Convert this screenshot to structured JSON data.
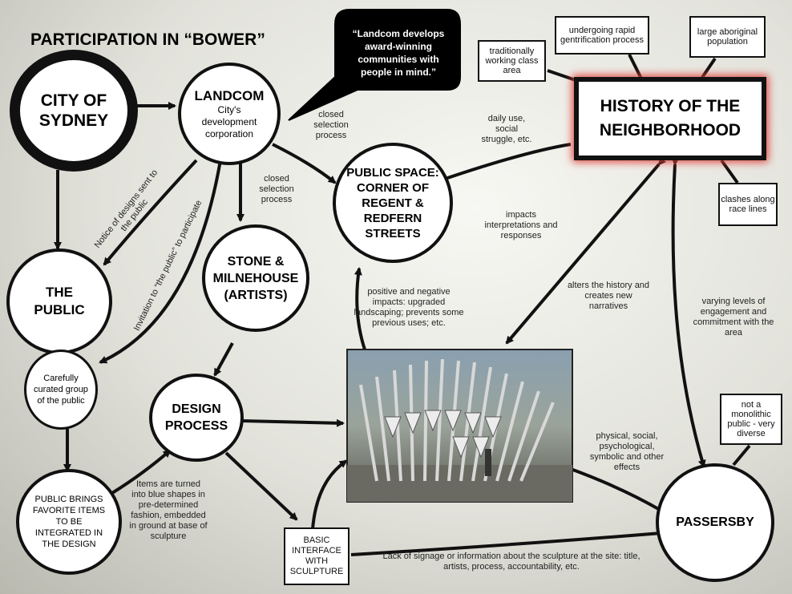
{
  "title": "PARTICIPATION IN “BOWER”",
  "nodes": {
    "city": "CITY OF SYDNEY",
    "landcom_title": "LANDCOM",
    "landcom_sub": "City's development corporation",
    "quote": "“Landcom develops award-winning communities with people in mind.”",
    "public_space": "PUBLIC SPACE: CORNER OF REGENT & REDFERN STREETS",
    "history": "HISTORY OF THE NEIGHBORHOOD",
    "history_a": "traditionally working class area",
    "history_b": "undergoing rapid gentrification process",
    "history_c": "large aboriginal population",
    "history_d": "clashes along race lines",
    "stone": "STONE & MILNEHOUSE (ARTISTS)",
    "the_public": "THE PUBLIC",
    "curated": "Carefully curated group of the public",
    "design": "DESIGN PROCESS",
    "brings": "PUBLIC BRINGS FAVORITE ITEMS TO BE INTEGRATED IN THE DESIGN",
    "interface": "BASIC INTERFACE WITH SCULPTURE",
    "passersby": "PASSERSBY",
    "not_mono": "not a monolithic public - very diverse"
  },
  "labels": {
    "closed1": "closed selection process",
    "closed2": "closed selection process",
    "daily": "daily use, social struggle, etc.",
    "impacts": "impacts interpretations and responses",
    "notice": "Notice of designs sent to the public",
    "invitation": "Invitation to “the public” to participate",
    "positive": "positive and negative impacts: upgraded landscaping; prevents some previous uses; etc.",
    "alters": "alters the history and creates new narratives",
    "varying": "varying levels of engagement and commitment with the area",
    "items": "Items are turned into blue shapes in pre-determined fashion, embedded in ground at base of sculpture",
    "physical": "physical, social, psychological, symbolic and other effects",
    "lack": "Lack of signage or information about the sculpture at the site: title, artists, process, accountability, etc."
  },
  "photo": {
    "caption": "photo-of-bower-sculpture"
  },
  "colors": {
    "ink": "#111111",
    "history_glow": "#e0413a"
  }
}
